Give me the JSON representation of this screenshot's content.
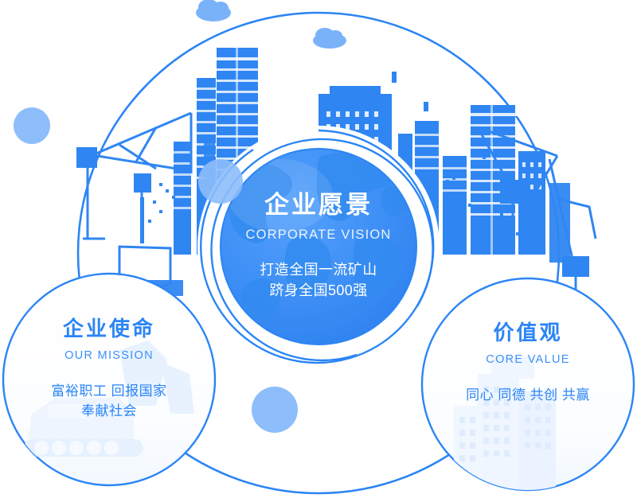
{
  "theme": {
    "accent_blue": "#2b85f5",
    "globe_blue": "#3d8ef5",
    "light_blue": "#8dbdfb",
    "pale_blue": "#eaf3fe",
    "ring_stroke": "#2b85f5",
    "white": "#ffffff"
  },
  "center": {
    "title_cn": "企业愿景",
    "title_en": "CORPORATE VISION",
    "desc_line1": "打造全国一流矿山",
    "desc_line2": "跻身全国500强"
  },
  "left": {
    "title_cn": "企业使命",
    "title_en": "OUR MISSION",
    "desc_line1": "富裕职工 回报国家",
    "desc_line2": "奉献社会"
  },
  "right": {
    "title_cn": "价值观",
    "title_en": "CORE VALUE",
    "desc_line1": "同心 同德 共创 共赢",
    "desc_line2": ""
  },
  "decor": {
    "skyline_label": "city-skyline-silhouette",
    "crane_left_label": "tower-crane-silhouette",
    "crane_right_label": "tower-crane-silhouette",
    "cloud_1_label": "cloud-shape",
    "cloud_2_label": "cloud-shape",
    "cloud_3_label": "cloud-shape",
    "dot_top_left_label": "decor-dot",
    "dot_globe_label": "decor-dot",
    "dot_bottom_label": "decor-dot",
    "excavator_label": "excavator-silhouette",
    "buildings_label": "building-windows-pattern",
    "outer_ring_label": "outer-ring-arc",
    "globe_label": "globe-sphere"
  }
}
